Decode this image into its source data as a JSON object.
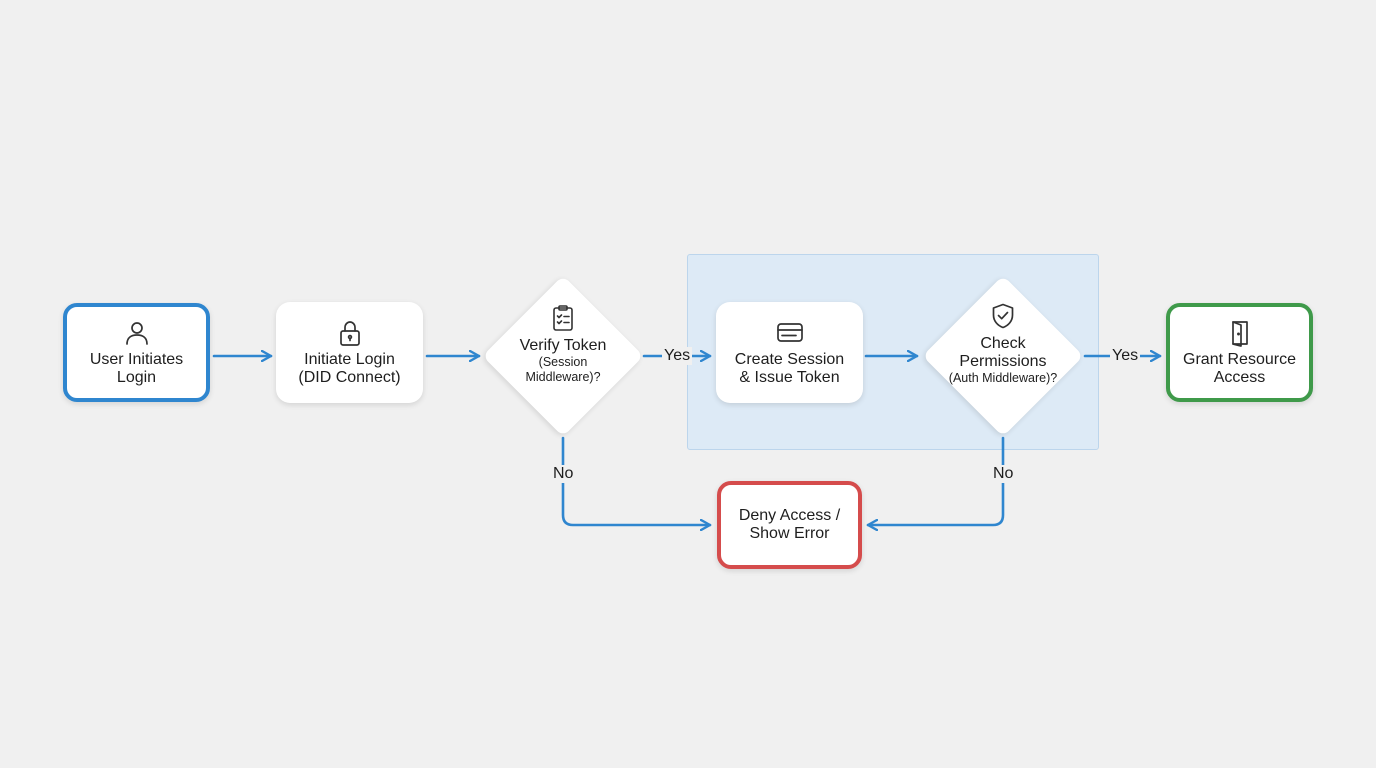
{
  "diagram": {
    "nodes": {
      "start": {
        "label": "User Initiates\nLogin",
        "icon": "user-icon"
      },
      "login": {
        "label": "Initiate Login\n(DID Connect)",
        "icon": "lock-icon"
      },
      "verify": {
        "label": "Verify Token",
        "sublabel": "(Session\nMiddleware)?",
        "icon": "clipboard-check-icon"
      },
      "session": {
        "label": "Create Session\n& Issue Token",
        "icon": "card-icon"
      },
      "check": {
        "label": "Check\nPermissions",
        "sublabel": "(Auth Middleware)?",
        "icon": "shield-check-icon"
      },
      "grant": {
        "label": "Grant Resource\nAccess",
        "icon": "door-icon"
      },
      "deny": {
        "label": "Deny Access /\nShow Error"
      }
    },
    "edge_labels": {
      "verify_yes": "Yes",
      "verify_no": "No",
      "check_yes": "Yes",
      "check_no": "No"
    }
  },
  "colors": {
    "arrow": "#2f86cf",
    "start_border": "#2f86cf",
    "success_border": "#3f9a4a",
    "error_border": "#d54c4c",
    "highlight_fill": "#ddeaf6",
    "background": "#f0f0f0"
  }
}
